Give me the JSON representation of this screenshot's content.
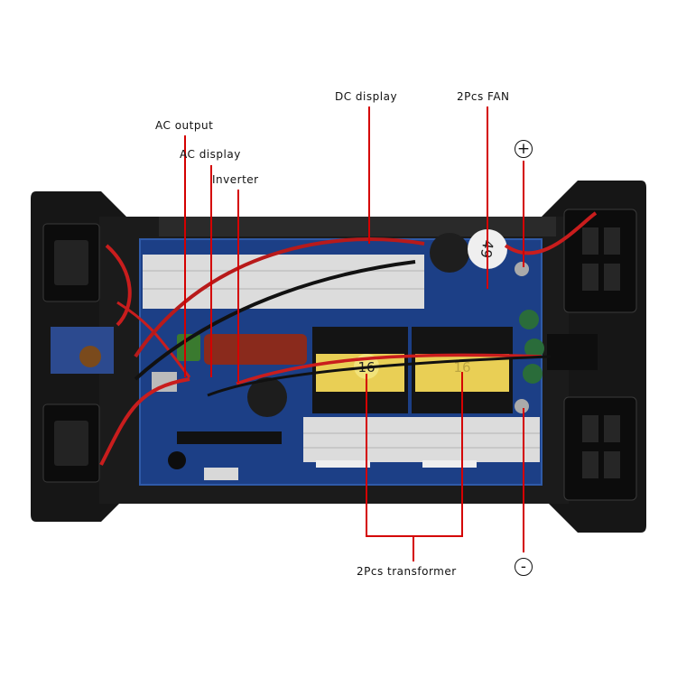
{
  "labels": {
    "ac_output": "AC output",
    "ac_display": "AC display",
    "inverter": "Inverter",
    "dc_display": "DC display",
    "fan": "2Pcs FAN",
    "transformer": "2Pcs transformer"
  },
  "terminals": {
    "positive": "+",
    "negative": "-"
  },
  "markings": {
    "capacitor_left": "16",
    "capacitor_right": "16",
    "big_cap": "49"
  },
  "colors": {
    "callout_line": "#d40000",
    "pcb": "#1c3f86",
    "chassis": "#151515"
  }
}
